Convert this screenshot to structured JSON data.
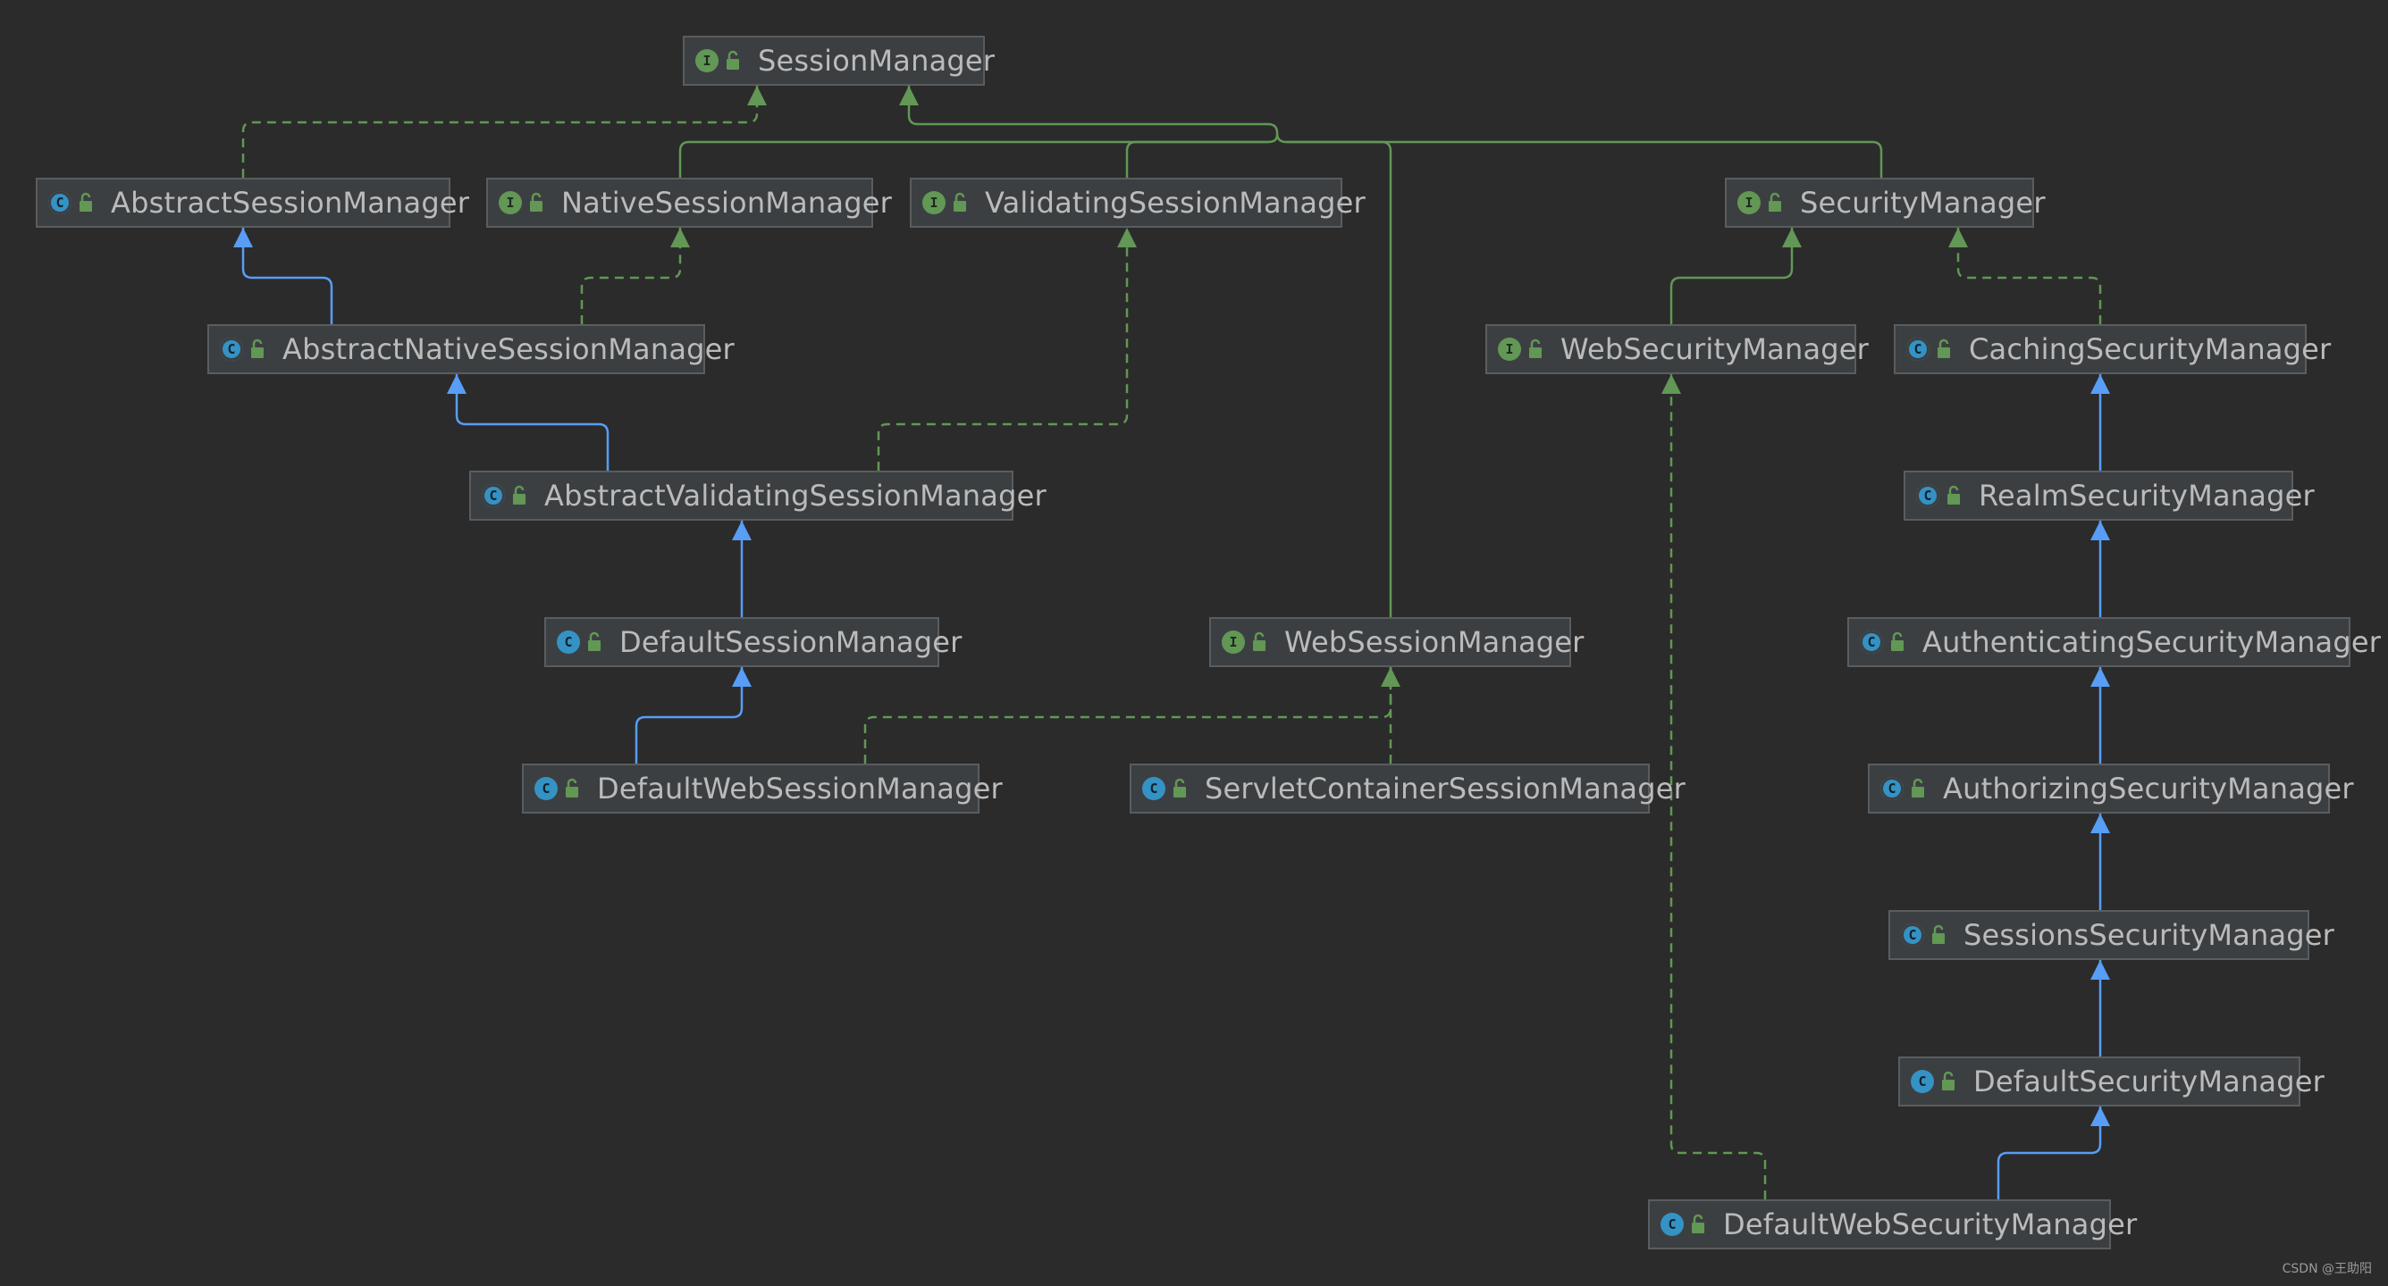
{
  "colors": {
    "background": "#2b2b2b",
    "node_fill": "#3c3f41",
    "node_border": "#5a5d5f",
    "text": "#bbbbbb",
    "extends_edge": "#589df6",
    "implements_edge": "#629755",
    "interface_icon": "#629755",
    "class_icon": "#3592c4"
  },
  "nodes": [
    {
      "id": "SessionManager",
      "label": "SessionManager",
      "kind": "interface",
      "icon": "interface-icon"
    },
    {
      "id": "AbstractSessionManager",
      "label": "AbstractSessionManager",
      "kind": "abstract",
      "icon": "abstract-class-icon"
    },
    {
      "id": "NativeSessionManager",
      "label": "NativeSessionManager",
      "kind": "interface",
      "icon": "interface-icon"
    },
    {
      "id": "ValidatingSessionManager",
      "label": "ValidatingSessionManager",
      "kind": "interface",
      "icon": "interface-icon"
    },
    {
      "id": "SecurityManager",
      "label": "SecurityManager",
      "kind": "interface",
      "icon": "interface-icon"
    },
    {
      "id": "AbstractNativeSessionManager",
      "label": "AbstractNativeSessionManager",
      "kind": "abstract",
      "icon": "abstract-class-icon"
    },
    {
      "id": "WebSecurityManager",
      "label": "WebSecurityManager",
      "kind": "interface",
      "icon": "interface-icon"
    },
    {
      "id": "CachingSecurityManager",
      "label": "CachingSecurityManager",
      "kind": "abstract",
      "icon": "abstract-class-icon"
    },
    {
      "id": "AbstractValidatingSessionManager",
      "label": "AbstractValidatingSessionManager",
      "kind": "abstract",
      "icon": "abstract-class-icon"
    },
    {
      "id": "RealmSecurityManager",
      "label": "RealmSecurityManager",
      "kind": "abstract",
      "icon": "abstract-class-icon"
    },
    {
      "id": "DefaultSessionManager",
      "label": "DefaultSessionManager",
      "kind": "class",
      "icon": "class-icon"
    },
    {
      "id": "WebSessionManager",
      "label": "WebSessionManager",
      "kind": "interface",
      "icon": "interface-icon"
    },
    {
      "id": "AuthenticatingSecurityManager",
      "label": "AuthenticatingSecurityManager",
      "kind": "abstract",
      "icon": "abstract-class-icon"
    },
    {
      "id": "DefaultWebSessionManager",
      "label": "DefaultWebSessionManager",
      "kind": "class",
      "icon": "class-icon"
    },
    {
      "id": "ServletContainerSessionManager",
      "label": "ServletContainerSessionManager",
      "kind": "class",
      "icon": "class-icon"
    },
    {
      "id": "AuthorizingSecurityManager",
      "label": "AuthorizingSecurityManager",
      "kind": "abstract",
      "icon": "abstract-class-icon"
    },
    {
      "id": "SessionsSecurityManager",
      "label": "SessionsSecurityManager",
      "kind": "abstract",
      "icon": "abstract-class-icon"
    },
    {
      "id": "DefaultSecurityManager",
      "label": "DefaultSecurityManager",
      "kind": "class",
      "icon": "class-icon"
    },
    {
      "id": "DefaultWebSecurityManager",
      "label": "DefaultWebSecurityManager",
      "kind": "class",
      "icon": "class-icon"
    }
  ],
  "edges": [
    {
      "from": "AbstractSessionManager",
      "to": "SessionManager",
      "type": "implements"
    },
    {
      "from": "NativeSessionManager",
      "to": "SessionManager",
      "type": "extends-interface"
    },
    {
      "from": "ValidatingSessionManager",
      "to": "SessionManager",
      "type": "extends-interface"
    },
    {
      "from": "WebSessionManager",
      "to": "SessionManager",
      "type": "extends-interface"
    },
    {
      "from": "SecurityManager",
      "to": "SessionManager",
      "type": "extends-interface"
    },
    {
      "from": "AbstractNativeSessionManager",
      "to": "AbstractSessionManager",
      "type": "extends"
    },
    {
      "from": "AbstractNativeSessionManager",
      "to": "NativeSessionManager",
      "type": "implements"
    },
    {
      "from": "AbstractValidatingSessionManager",
      "to": "AbstractNativeSessionManager",
      "type": "extends"
    },
    {
      "from": "AbstractValidatingSessionManager",
      "to": "ValidatingSessionManager",
      "type": "implements"
    },
    {
      "from": "DefaultSessionManager",
      "to": "AbstractValidatingSessionManager",
      "type": "extends"
    },
    {
      "from": "DefaultWebSessionManager",
      "to": "DefaultSessionManager",
      "type": "extends"
    },
    {
      "from": "DefaultWebSessionManager",
      "to": "WebSessionManager",
      "type": "implements"
    },
    {
      "from": "ServletContainerSessionManager",
      "to": "WebSessionManager",
      "type": "implements"
    },
    {
      "from": "WebSecurityManager",
      "to": "SecurityManager",
      "type": "extends-interface"
    },
    {
      "from": "CachingSecurityManager",
      "to": "SecurityManager",
      "type": "implements"
    },
    {
      "from": "RealmSecurityManager",
      "to": "CachingSecurityManager",
      "type": "extends"
    },
    {
      "from": "AuthenticatingSecurityManager",
      "to": "RealmSecurityManager",
      "type": "extends"
    },
    {
      "from": "AuthorizingSecurityManager",
      "to": "AuthenticatingSecurityManager",
      "type": "extends"
    },
    {
      "from": "SessionsSecurityManager",
      "to": "AuthorizingSecurityManager",
      "type": "extends"
    },
    {
      "from": "DefaultSecurityManager",
      "to": "SessionsSecurityManager",
      "type": "extends"
    },
    {
      "from": "DefaultWebSecurityManager",
      "to": "DefaultSecurityManager",
      "type": "extends"
    },
    {
      "from": "DefaultWebSecurityManager",
      "to": "WebSecurityManager",
      "type": "implements"
    }
  ],
  "watermark": "CSDN @王助阳"
}
